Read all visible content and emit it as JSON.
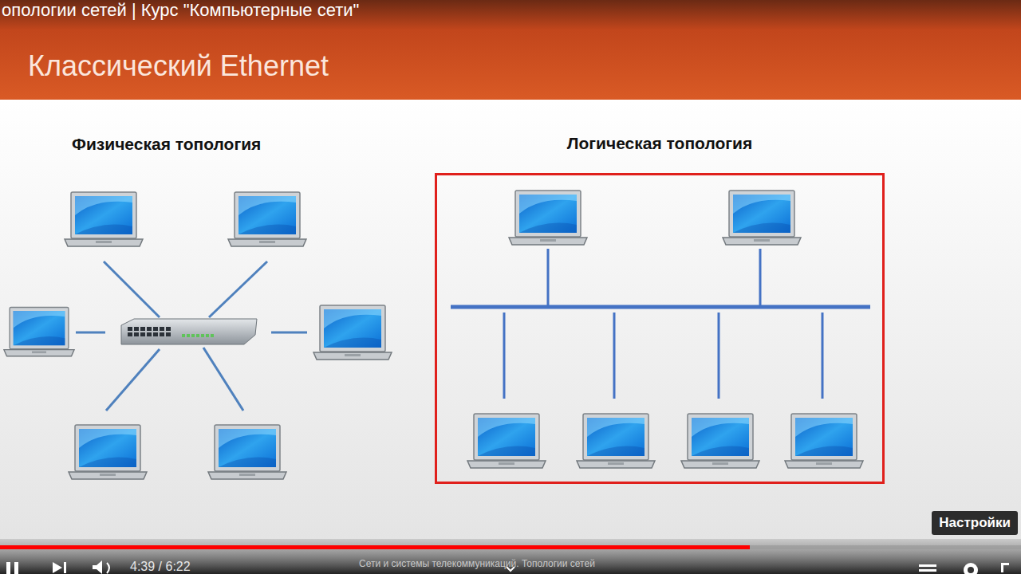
{
  "diagram": {
    "title": "Классический Ethernet",
    "nodes": [
      {
        "text": [
          "Логическая топология"
        ]
      },
      {
        "text": [
          "Настройки"
        ]
      }
    ],
    "labels": [
      "опологии сетей | Курс \"Компьютерные сети\"",
      "Физическая топология",
      "4:39 / 6:22",
      "Сети и системы телекоммуникаций. Топологии сетей"
    ]
  }
}
